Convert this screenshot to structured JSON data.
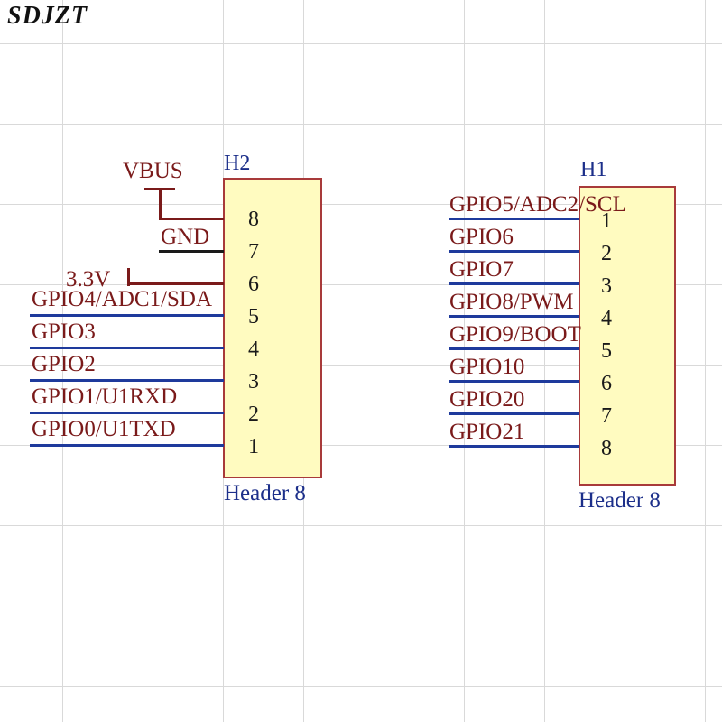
{
  "watermark": "SDJZT",
  "h2": {
    "designator": "H2",
    "comment": "Header 8",
    "pins": [
      "8",
      "7",
      "6",
      "5",
      "4",
      "3",
      "2",
      "1"
    ],
    "nets": {
      "vbus": "VBUS",
      "gnd": "GND",
      "v33": "3.3V",
      "gpio4": "GPIO4/ADC1/SDA",
      "gpio3": "GPIO3",
      "gpio2": "GPIO2",
      "gpio1": "GPIO1/U1RXD",
      "gpio0": "GPIO0/U1TXD"
    }
  },
  "h1": {
    "designator": "H1",
    "comment": "Header 8",
    "pins": [
      "1",
      "2",
      "3",
      "4",
      "5",
      "6",
      "7",
      "8"
    ],
    "nets": [
      "GPIO5/ADC2/SCL",
      "GPIO6",
      "GPIO7",
      "GPIO8/PWM",
      "GPIO9/BOOT",
      "GPIO10",
      "GPIO20",
      "GPIO21"
    ]
  },
  "colors": {
    "wire": "#1e3a9c",
    "net_label": "#7a1a1a",
    "body_fill": "#fffbc0",
    "body_border": "#a83a3a",
    "designator": "#1c2f8a"
  }
}
